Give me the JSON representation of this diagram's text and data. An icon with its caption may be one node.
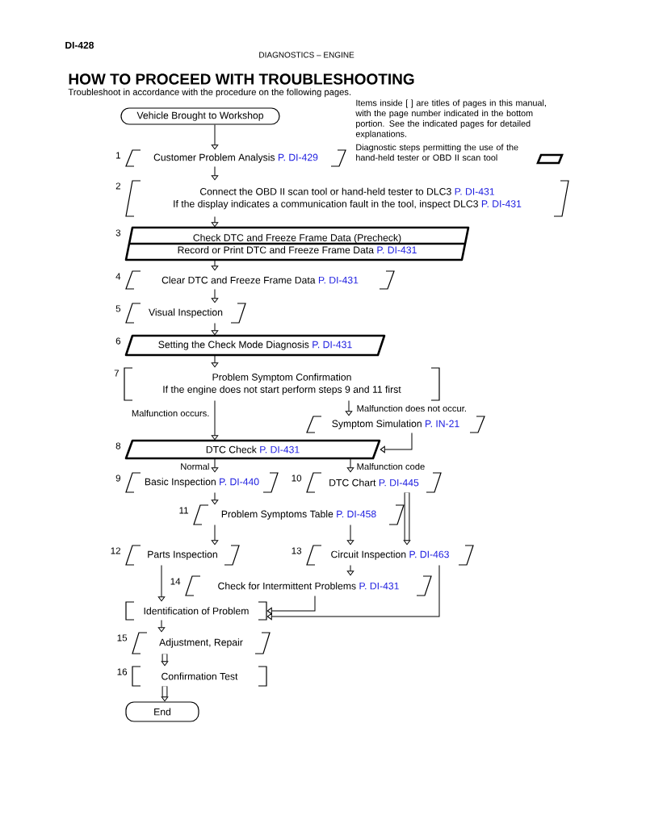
{
  "diagram": {
    "title": "HOW TO PROCEED WITH TROUBLESHOOTING",
    "nodes": [
      {
        "text": [
          "Vehicle Brought to Workshop"
        ]
      },
      {
        "text": [
          "Customer Problem Analysis",
          "P. DI-429"
        ],
        "beside": [
          "1"
        ]
      },
      {
        "text": [
          "Connect the OBD II scan tool or hand-held tester to DLC3",
          "P. DI-431",
          "If the display indicates a communication fault in the tool, inspect DLC3",
          "P. DI-431"
        ],
        "beside": [
          "2"
        ]
      },
      {
        "text": [
          "Check DTC and Freeze Frame Data (Precheck)",
          "Record or Print DTC and Freeze Frame Data",
          "P. DI-431"
        ],
        "beside": [
          "3"
        ]
      },
      {
        "text": [
          "Clear DTC and Freeze Frame Data",
          "P. DI-431"
        ],
        "beside": [
          "4"
        ]
      },
      {
        "text": [
          "Visual Inspection"
        ],
        "beside": [
          "5"
        ]
      },
      {
        "text": [
          "Setting the Check Mode Diagnosis",
          "P. DI-431"
        ],
        "beside": [
          "6"
        ]
      },
      {
        "text": [
          "Problem Symptom Confirmation",
          "If the engine does not start perform steps 9 and 11 first"
        ],
        "beside": [
          "7"
        ]
      },
      {
        "text": [
          "Symptom Simulation",
          "P. IN-21"
        ]
      },
      {
        "text": [
          "DTC Check",
          "P. DI-431"
        ],
        "beside": [
          "8"
        ]
      },
      {
        "text": [
          "Basic Inspection",
          "P. DI-440"
        ],
        "beside": [
          "9"
        ]
      },
      {
        "text": [
          "DTC Chart",
          "P. DI-445"
        ],
        "beside": [
          "10"
        ]
      },
      {
        "text": [
          "Problem Symptoms Table",
          "P. DI-458"
        ],
        "beside": [
          "11"
        ]
      },
      {
        "text": [
          "Parts Inspection"
        ],
        "beside": [
          "12"
        ]
      },
      {
        "text": [
          "Circuit Inspection",
          "P. DI-463"
        ],
        "beside": [
          "13"
        ]
      },
      {
        "text": [
          "Check for Intermittent Problems",
          "P. DI-431"
        ],
        "beside": [
          "14"
        ]
      },
      {
        "text": [
          "Identification of Problem"
        ]
      },
      {
        "text": [
          "Adjustment, Repair"
        ],
        "beside": [
          "15"
        ]
      },
      {
        "text": [
          "Confirmation Test"
        ],
        "beside": [
          "16"
        ]
      },
      {
        "text": [
          "End"
        ]
      }
    ],
    "edges": [
      {
        "from": 0,
        "to": 1,
        "arrow": "to"
      },
      {
        "from": 1,
        "to": 2,
        "arrow": "to"
      },
      {
        "from": 2,
        "to": 3,
        "arrow": "to"
      },
      {
        "from": 3,
        "to": 4,
        "arrow": "to"
      },
      {
        "from": 4,
        "to": 5,
        "arrow": "to"
      },
      {
        "from": 5,
        "to": 6,
        "arrow": "to"
      },
      {
        "from": 6,
        "to": 7,
        "arrow": "to"
      },
      {
        "from": 7,
        "to": 9,
        "arrow": "to",
        "label": "Malfunction occurs."
      },
      {
        "from": 7,
        "to": 8,
        "arrow": "to",
        "label": "Malfunction does not occur."
      },
      {
        "from": 8,
        "to": 9,
        "arrow": "to"
      },
      {
        "from": 9,
        "to": 10,
        "arrow": "to",
        "label": "Normal"
      },
      {
        "from": 9,
        "to": 11,
        "arrow": "to",
        "label": "Malfunction code"
      },
      {
        "from": 10,
        "to": 12,
        "arrow": "to"
      },
      {
        "from": 11,
        "to": 14,
        "arrow": "to",
        "style": "thick"
      },
      {
        "from": 12,
        "to": 13,
        "arrow": "to"
      },
      {
        "from": 12,
        "to": 14,
        "arrow": "to"
      },
      {
        "from": 14,
        "to": 15,
        "arrow": "to"
      },
      {
        "from": 13,
        "to": 16,
        "arrow": "to"
      },
      {
        "from": 15,
        "to": 16,
        "arrow": "to"
      },
      {
        "from": 14,
        "to": 16,
        "arrow": "to"
      },
      {
        "from": 16,
        "to": 17,
        "arrow": "to"
      },
      {
        "from": 17,
        "to": 18,
        "arrow": "to",
        "style": "thick"
      },
      {
        "from": 18,
        "to": 19,
        "arrow": "to",
        "style": "thick"
      }
    ],
    "labels": [
      "DI-428",
      "DIAGNOSTICS – ENGINE",
      "Troubleshoot in accordance with the procedure on the following pages.",
      "Items inside [ ] are titles of pages in this manual, with the page number indicated in the bottom portion. See the indicated pages for detailed explanations."
    ],
    "legend": [
      {
        "text": "Diagnostic steps permitting the use of the hand-held tester or OBD II scan tool"
      }
    ]
  }
}
